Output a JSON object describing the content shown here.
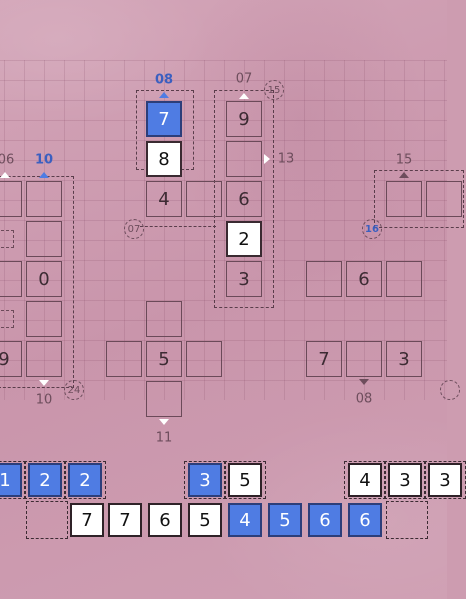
{
  "colors": {
    "background": "#cd9cb0",
    "blue": "#4f7ce3",
    "white": "#ffffff"
  },
  "puzzle": {
    "left_group": {
      "clue_06": "06",
      "clue_10_top": "10",
      "clue_10_bottom": "10",
      "circle_24": "24",
      "cells": [
        "0",
        "9"
      ]
    },
    "center_group": {
      "clue_08": "08",
      "clue_07_top": "07",
      "circle_15": "15",
      "clue_13": "13",
      "circle_07": "07",
      "clue_11": "11",
      "cells": [
        "7",
        "8",
        "4",
        "9",
        "6",
        "2",
        "3",
        "5"
      ]
    },
    "right_group": {
      "clue_15": "15",
      "circle_16": "16",
      "clue_08": "08",
      "cells": [
        "6",
        "7",
        "3"
      ]
    }
  },
  "tray": {
    "row1": [
      "1",
      "2",
      "2",
      "3",
      "5",
      "4",
      "3",
      "3"
    ],
    "row2": [
      "7",
      "7",
      "6",
      "5",
      "4",
      "5",
      "6",
      "6"
    ]
  }
}
